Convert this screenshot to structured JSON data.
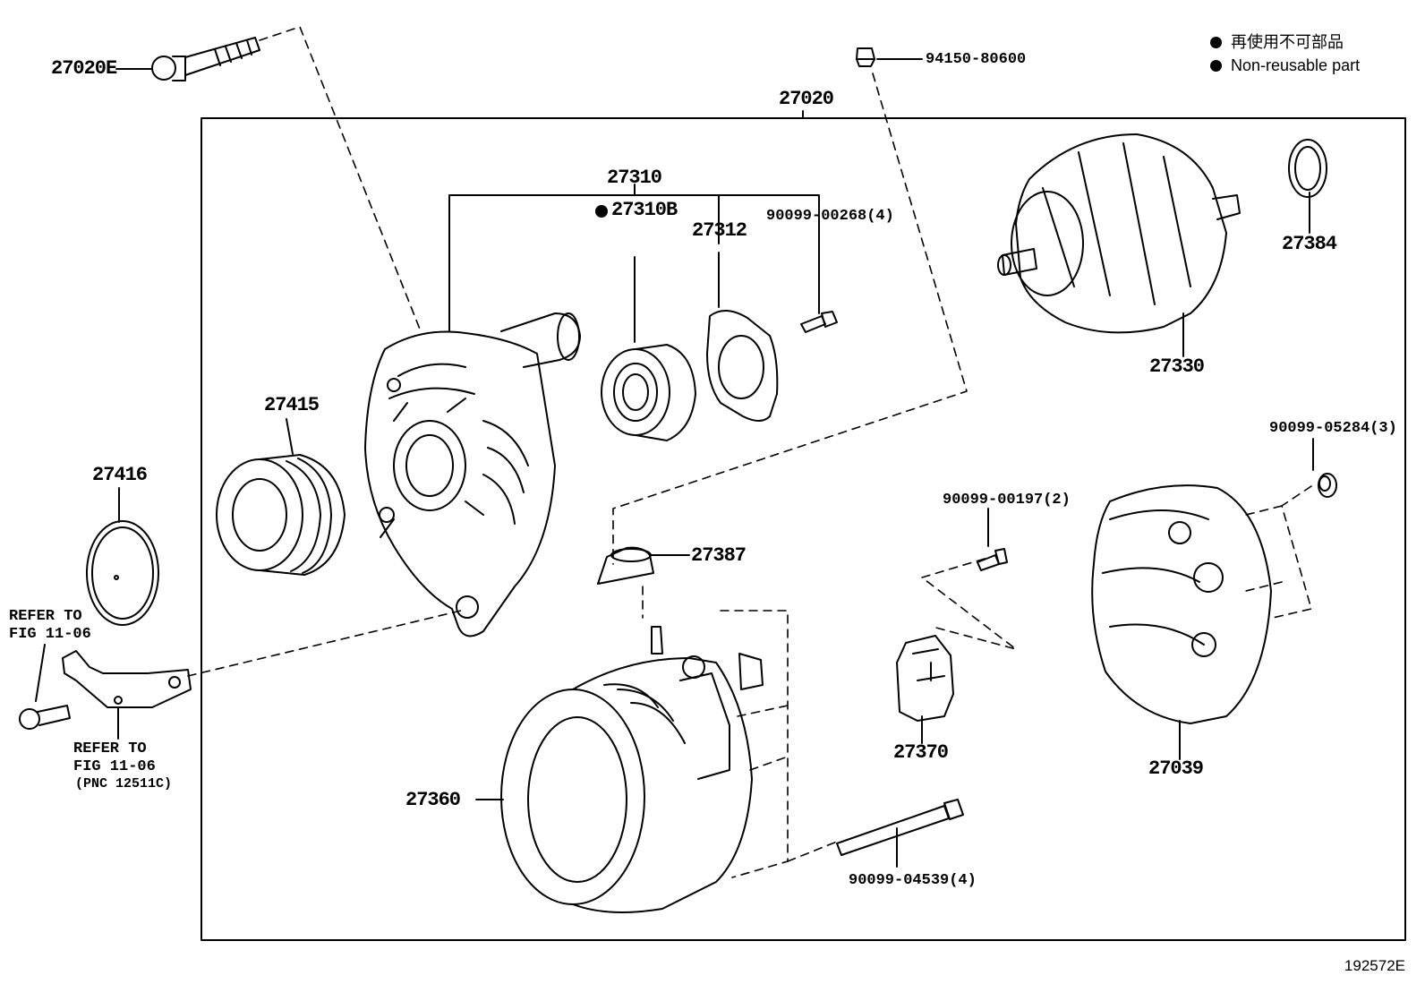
{
  "legend": {
    "jp": "再使用不可部品",
    "en": "Non-reusable part"
  },
  "figure_id": "192572E",
  "parts": {
    "p27020E": "27020E",
    "p94150": "94150-80600",
    "p27020": "27020",
    "p27310": "27310",
    "p27310B": "27310B",
    "p27312": "27312",
    "p90099_00268": "90099-00268(4)",
    "p27384": "27384",
    "p27330": "27330",
    "p27415": "27415",
    "p27416": "27416",
    "p90099_05284": "90099-05284(3)",
    "p90099_00197": "90099-00197(2)",
    "p27387": "27387",
    "p27370": "27370",
    "p27039": "27039",
    "p27360": "27360",
    "p90099_04539": "90099-04539(4)"
  },
  "refs": {
    "refer_a_line1": "REFER TO",
    "refer_a_line2": "FIG 11-06",
    "refer_b_line1": "REFER TO",
    "refer_b_line2": "FIG 11-06",
    "refer_b_line3": "(PNC 12511C)"
  }
}
